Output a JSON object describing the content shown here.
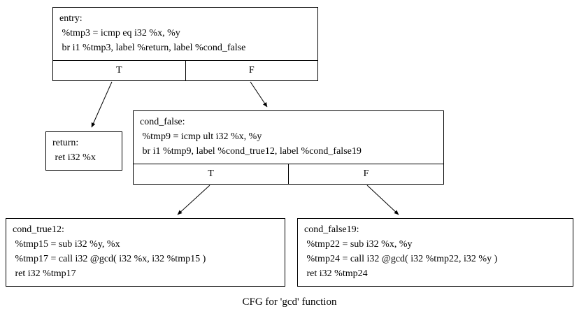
{
  "caption": "CFG for 'gcd' function",
  "nodes": {
    "entry": {
      "title": "entry:",
      "lines": [
        " %tmp3 = icmp eq i32 %x, %y",
        " br i1 %tmp3, label %return, label %cond_false"
      ],
      "true_label": "T",
      "false_label": "F"
    },
    "return": {
      "title": "return:",
      "lines": [
        " ret i32 %x"
      ]
    },
    "cond_false": {
      "title": "cond_false:",
      "lines": [
        " %tmp9 = icmp ult i32 %x, %y",
        " br i1 %tmp9, label %cond_true12, label %cond_false19"
      ],
      "true_label": "T",
      "false_label": "F"
    },
    "cond_true12": {
      "title": "cond_true12:",
      "lines": [
        " %tmp15 = sub i32 %y, %x",
        " %tmp17 = call i32 @gcd( i32 %x, i32 %tmp15 )",
        " ret i32 %tmp17"
      ]
    },
    "cond_false19": {
      "title": "cond_false19:",
      "lines": [
        " %tmp22 = sub i32 %x, %y",
        " %tmp24 = call i32 @gcd( i32 %tmp22, i32 %y )",
        " ret i32 %tmp24"
      ]
    }
  },
  "edges": [
    {
      "from": "entry",
      "branch": "T",
      "to": "return"
    },
    {
      "from": "entry",
      "branch": "F",
      "to": "cond_false"
    },
    {
      "from": "cond_false",
      "branch": "T",
      "to": "cond_true12"
    },
    {
      "from": "cond_false",
      "branch": "F",
      "to": "cond_false19"
    }
  ],
  "colors": {
    "line": "#000000",
    "background": "#ffffff",
    "text": "#000000"
  }
}
